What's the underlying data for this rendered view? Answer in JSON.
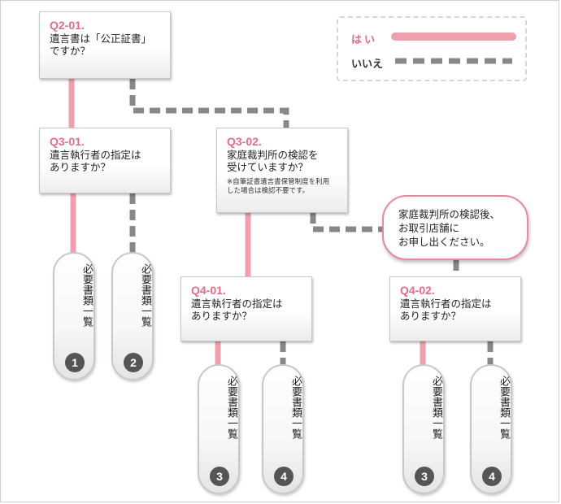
{
  "legend": {
    "yes_label": "はい",
    "no_label": "いいえ",
    "yes_color": "#f0a0ac",
    "no_color": "#888888"
  },
  "questions": {
    "q2_01": {
      "id": "Q2-01.",
      "text": "遺言書は「公正証書」\nですか？"
    },
    "q3_01": {
      "id": "Q3-01.",
      "text": "遺言執行者の指定は\nありますか？"
    },
    "q3_02": {
      "id": "Q3-02.",
      "text": "家庭裁判所の検認を\n受けていますか？",
      "note": "※自筆証書遺言書保管制度を利用\nした場合は検認不要です。"
    },
    "q4_01": {
      "id": "Q4-01.",
      "text": "遺言執行者の指定は\nありますか？"
    },
    "q4_02": {
      "id": "Q4-02.",
      "text": "遺言執行者の指定は\nありますか？"
    }
  },
  "callout": {
    "text": "家庭裁判所の検認後、\nお取引店舗に\nお申し出ください。"
  },
  "doc_label": "必要書類一覧",
  "results": [
    {
      "number": "1"
    },
    {
      "number": "2"
    },
    {
      "number": "3"
    },
    {
      "number": "4"
    },
    {
      "number": "3"
    },
    {
      "number": "4"
    }
  ]
}
